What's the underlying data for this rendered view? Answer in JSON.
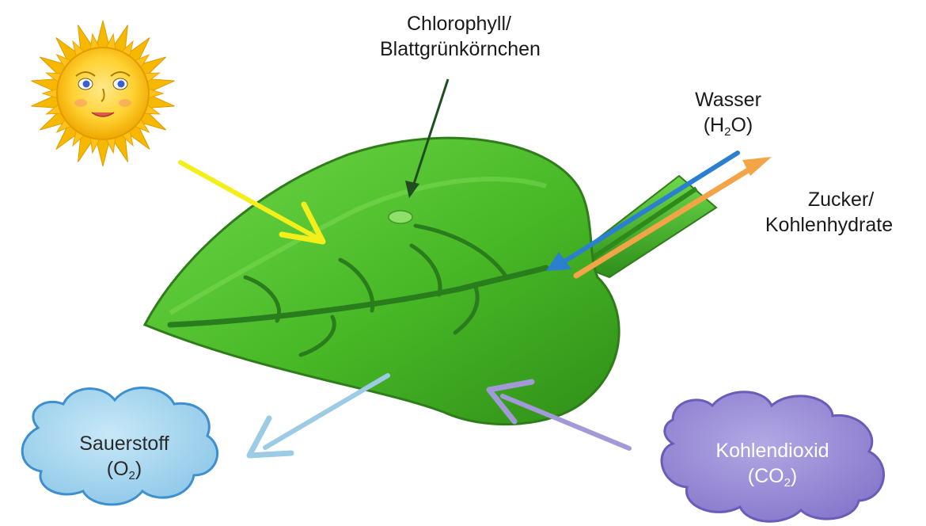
{
  "labels": {
    "chlorophyll_line1": "Chlorophyll/",
    "chlorophyll_line2": "Blattgrünkörnchen",
    "water_line1": "Wasser",
    "water_open": "(H",
    "water_sub": "2",
    "water_close": "O)",
    "sugar_line1": "Zucker/",
    "sugar_line2": "Kohlenhydrate",
    "oxygen_line1": "Sauerstoff",
    "oxygen_open": "(O",
    "oxygen_sub": "2",
    "oxygen_close": ")",
    "co2_line1": "Kohlendioxid",
    "co2_open": "(CO",
    "co2_sub": "2",
    "co2_close": ")"
  },
  "colors": {
    "leaf": "#4cbf2a",
    "leaf_dark": "#2f8a1a",
    "vein": "#2a7d1c",
    "sun": "#f5b400",
    "sunlight_arrow": "#f4ee1a",
    "water_arrow": "#2a7fd0",
    "sugar_arrow": "#f2a446",
    "oxygen_arrow": "#9ccbe6",
    "co2_arrow": "#a29ad8",
    "oxygen_cloud": "#9fd1ec",
    "co2_cloud": "#9b8ed6",
    "pointer_arrow": "#1f4f1f"
  },
  "icons": [
    "sun-icon",
    "leaf-icon",
    "cloud-icon"
  ]
}
